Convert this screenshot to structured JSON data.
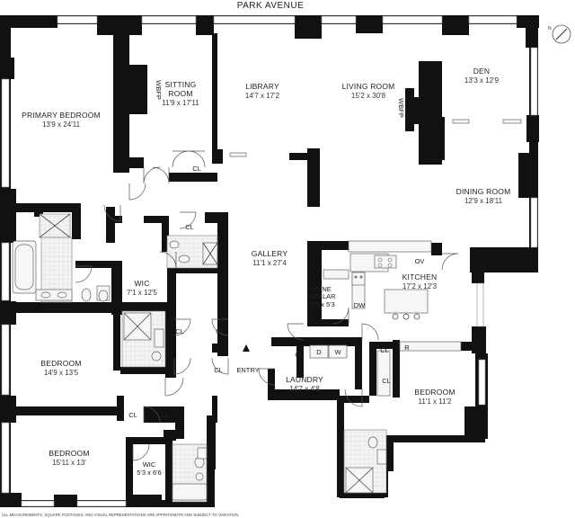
{
  "street": "PARK AVENUE",
  "rooms": {
    "primary_bedroom": {
      "name": "PRIMARY BEDROOM",
      "dim": "13'9 x 24'11"
    },
    "sitting_room": {
      "name1": "SITTING",
      "name2": "ROOM",
      "dim": "11'9 x 17'11"
    },
    "library": {
      "name": "LIBRARY",
      "dim": "14'7 x 17'2"
    },
    "living_room": {
      "name": "LIVING ROOM",
      "dim": "15'2 x 30'8"
    },
    "den": {
      "name": "DEN",
      "dim": "13'3 x 12'9"
    },
    "dining_room": {
      "name": "DINING ROOM",
      "dim": "12'9 x 18'11"
    },
    "gallery": {
      "name": "GALLERY",
      "dim": "11'1 x 27'4"
    },
    "kitchen": {
      "name": "KITCHEN",
      "dim": "17'2 x 12'3"
    },
    "wine_cellar": {
      "name1": "WINE",
      "name2": "CELLAR",
      "dim": "4'8 x 5'3"
    },
    "wic_main": {
      "name": "WIC",
      "dim": "7'1 x 12'5"
    },
    "bedroom_1": {
      "name": "BEDROOM",
      "dim": "14'9 x 13'5"
    },
    "bedroom_2": {
      "name": "BEDROOM",
      "dim": "15'11 x 13'"
    },
    "wic_small": {
      "name": "WIC",
      "dim": "5'3 x 6'6"
    },
    "laundry": {
      "name": "LAUNDRY",
      "dim": "14'7 x 4'8"
    },
    "bedroom_3": {
      "name": "BEDROOM",
      "dim": "11'1 x 11'2"
    }
  },
  "labels": {
    "cl": "CL",
    "wbfp": "WBFP",
    "entry": "ENTRY",
    "ov": "OV",
    "dw": "DW",
    "d": "D",
    "w": "W",
    "r": "R"
  },
  "disclaimer": "ALL MEASUREMENTS, SQUARE FOOTAGES, AND VISUAL REPRESENTATIONS ARE APPROXIMATE AND SUBJECT TO VARIATION"
}
